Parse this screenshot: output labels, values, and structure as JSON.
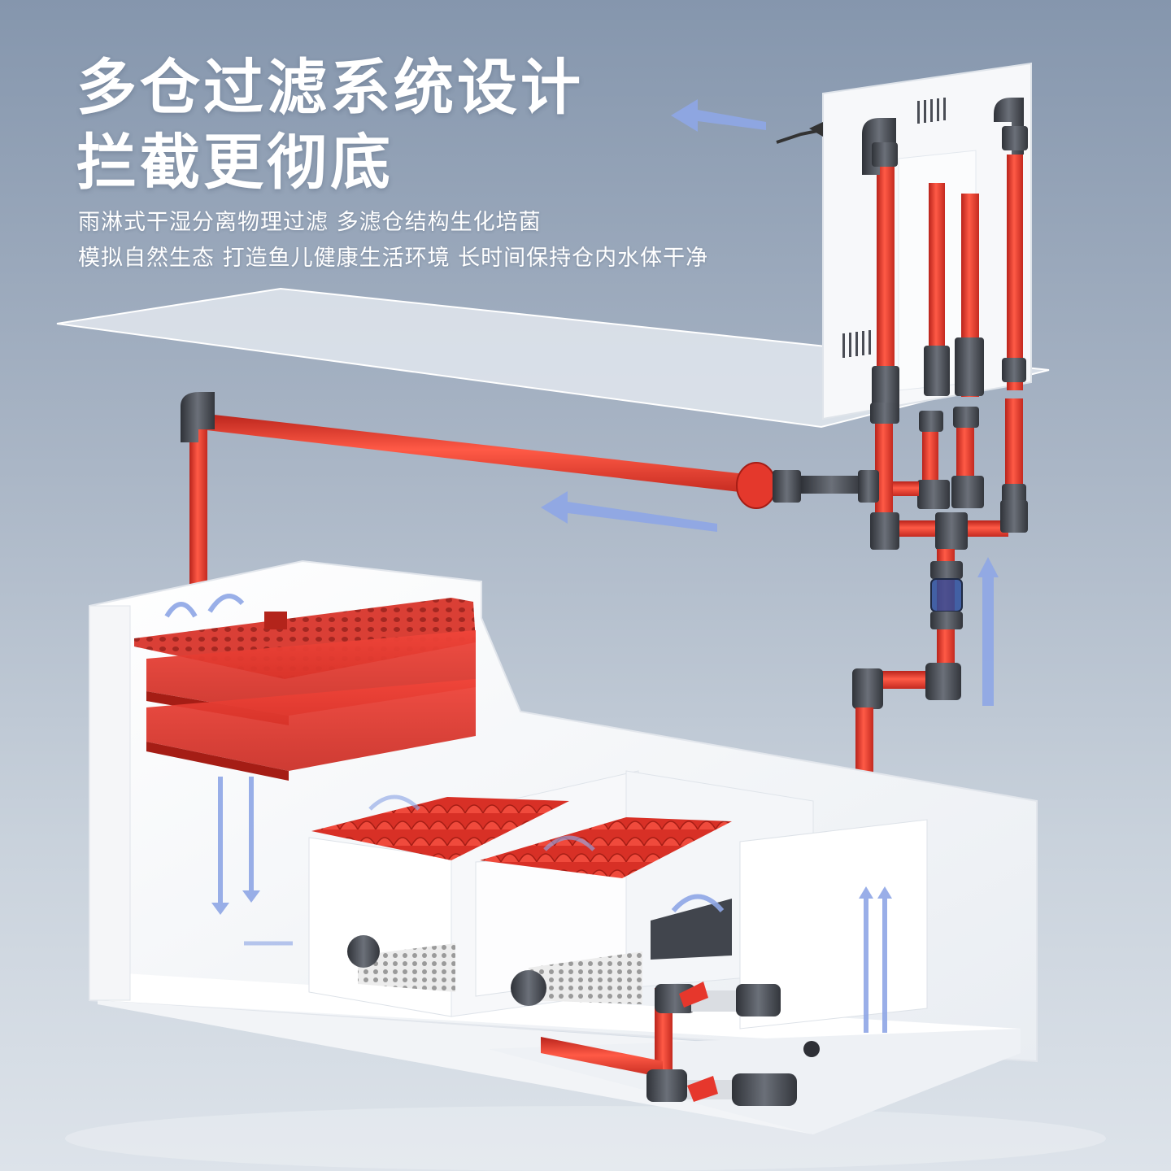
{
  "headline": {
    "line1": "多仓过滤系统设计",
    "line2": "拦截更彻底"
  },
  "subtext": {
    "line1": "雨淋式干湿分离物理过滤 多滤仓结构生化培菌",
    "line2": "模拟自然生态 打造鱼儿健康生活环境 长时间保持仓内水体干净"
  },
  "colors": {
    "pipe_red": "#e6372c",
    "fitting_gray": "#4b4f57",
    "flow_arrow": "#8ea6e6",
    "tank_white": "#ffffff"
  },
  "icons": [
    "flow-arrow-left",
    "flow-arrow-up",
    "flow-arrow-down",
    "ball-valve-icon",
    "drain-grate-icon"
  ]
}
